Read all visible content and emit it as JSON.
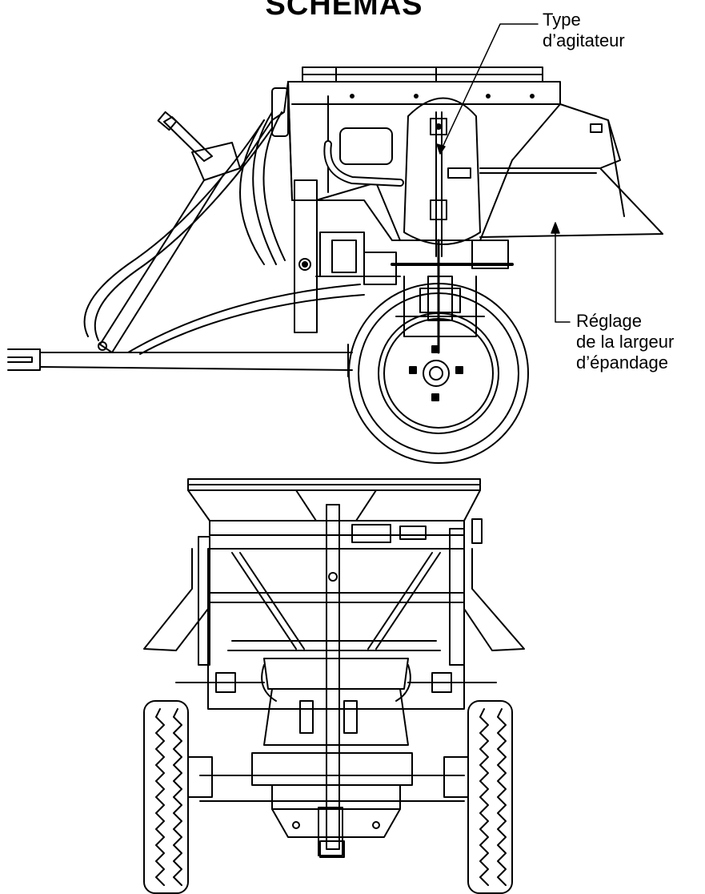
{
  "title": "SCHÉMAS",
  "callouts": {
    "agitator": {
      "line1": "Type",
      "line2": "d’agitateur"
    },
    "spread_width": {
      "line1": "Réglage",
      "line2": "de la largeur",
      "line3": "d’épandage"
    }
  },
  "colors": {
    "ink": "#000000",
    "paper": "#ffffff"
  }
}
